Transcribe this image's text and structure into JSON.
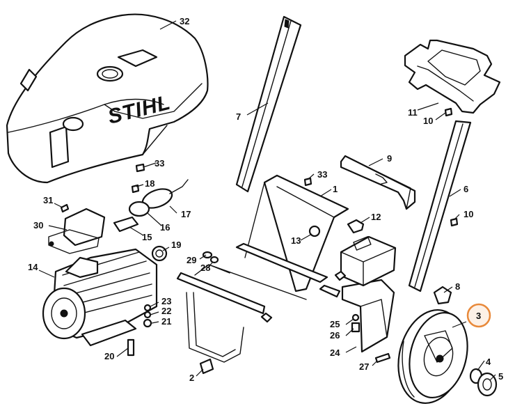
{
  "brand_text": "STIHL",
  "highlight_color": "#e8893a",
  "highlighted_part": "3",
  "callouts": [
    "1",
    "2",
    "3",
    "4",
    "5",
    "6",
    "7",
    "8",
    "9",
    "10",
    "10",
    "11",
    "12",
    "13",
    "14",
    "15",
    "16",
    "17",
    "18",
    "19",
    "20",
    "21",
    "22",
    "23",
    "24",
    "25",
    "26",
    "27",
    "28",
    "29",
    "30",
    "31",
    "32",
    "33",
    "33"
  ]
}
